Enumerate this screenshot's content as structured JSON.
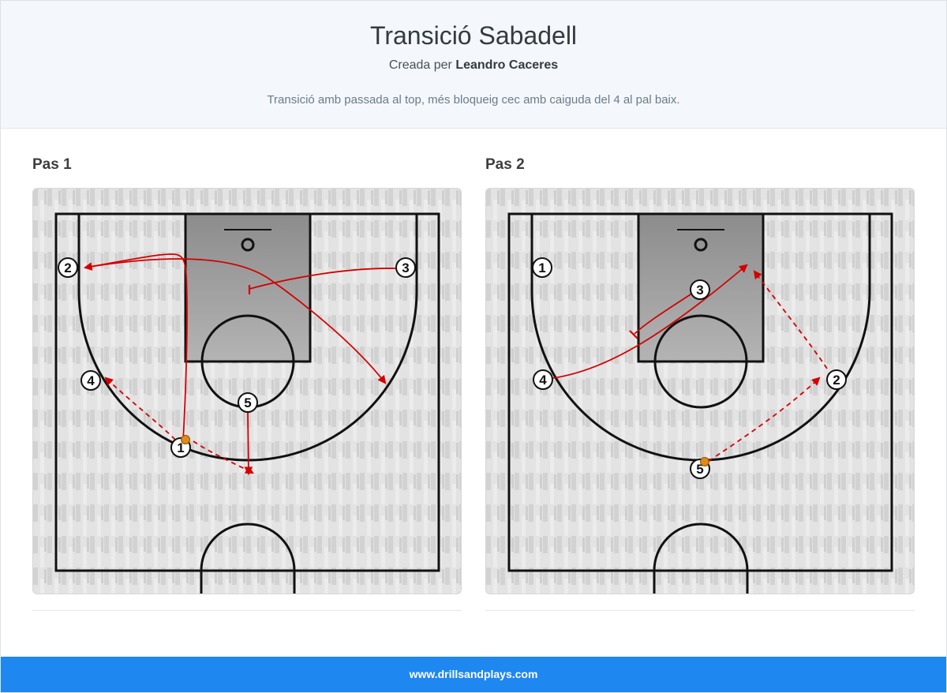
{
  "header": {
    "title": "Transició Sabadell",
    "created_prefix": "Creada per",
    "author": "Leandro Caceres",
    "description": "Transició amb passada al top, més bloqueig cec amb caiguda del 4 al pal baix."
  },
  "steps": [
    {
      "title": "Pas 1",
      "players": [
        {
          "label": "2",
          "role": "player"
        },
        {
          "label": "3",
          "role": "player"
        },
        {
          "label": "4",
          "role": "player"
        },
        {
          "label": "5",
          "role": "player"
        },
        {
          "label": "1",
          "role": "player",
          "has_ball": true
        }
      ],
      "actions": [
        {
          "type": "cut",
          "from": "1",
          "description": "run"
        },
        {
          "type": "cut",
          "from": "2",
          "description": "run"
        },
        {
          "type": "screen",
          "from": "3"
        },
        {
          "type": "cut",
          "from": "5"
        },
        {
          "type": "pass",
          "from": "1",
          "to": "4"
        },
        {
          "type": "pass",
          "from": "1",
          "to": "5"
        }
      ]
    },
    {
      "title": "Pas 2",
      "players": [
        {
          "label": "1",
          "role": "player"
        },
        {
          "label": "3",
          "role": "player"
        },
        {
          "label": "4",
          "role": "player"
        },
        {
          "label": "2",
          "role": "player"
        },
        {
          "label": "5",
          "role": "player",
          "has_ball": true
        }
      ],
      "actions": [
        {
          "type": "screen",
          "from": "3"
        },
        {
          "type": "cut",
          "from": "4"
        },
        {
          "type": "pass",
          "from": "5",
          "to": "2"
        },
        {
          "type": "pass",
          "from": "2",
          "to": "4"
        }
      ]
    }
  ],
  "colors": {
    "accent": "#1e87f0",
    "action": "#d40000",
    "line": "#111111",
    "paint": "#9a9a9a",
    "ball": "#e08a1a"
  },
  "footer": {
    "url": "www.drillsandplays.com"
  }
}
